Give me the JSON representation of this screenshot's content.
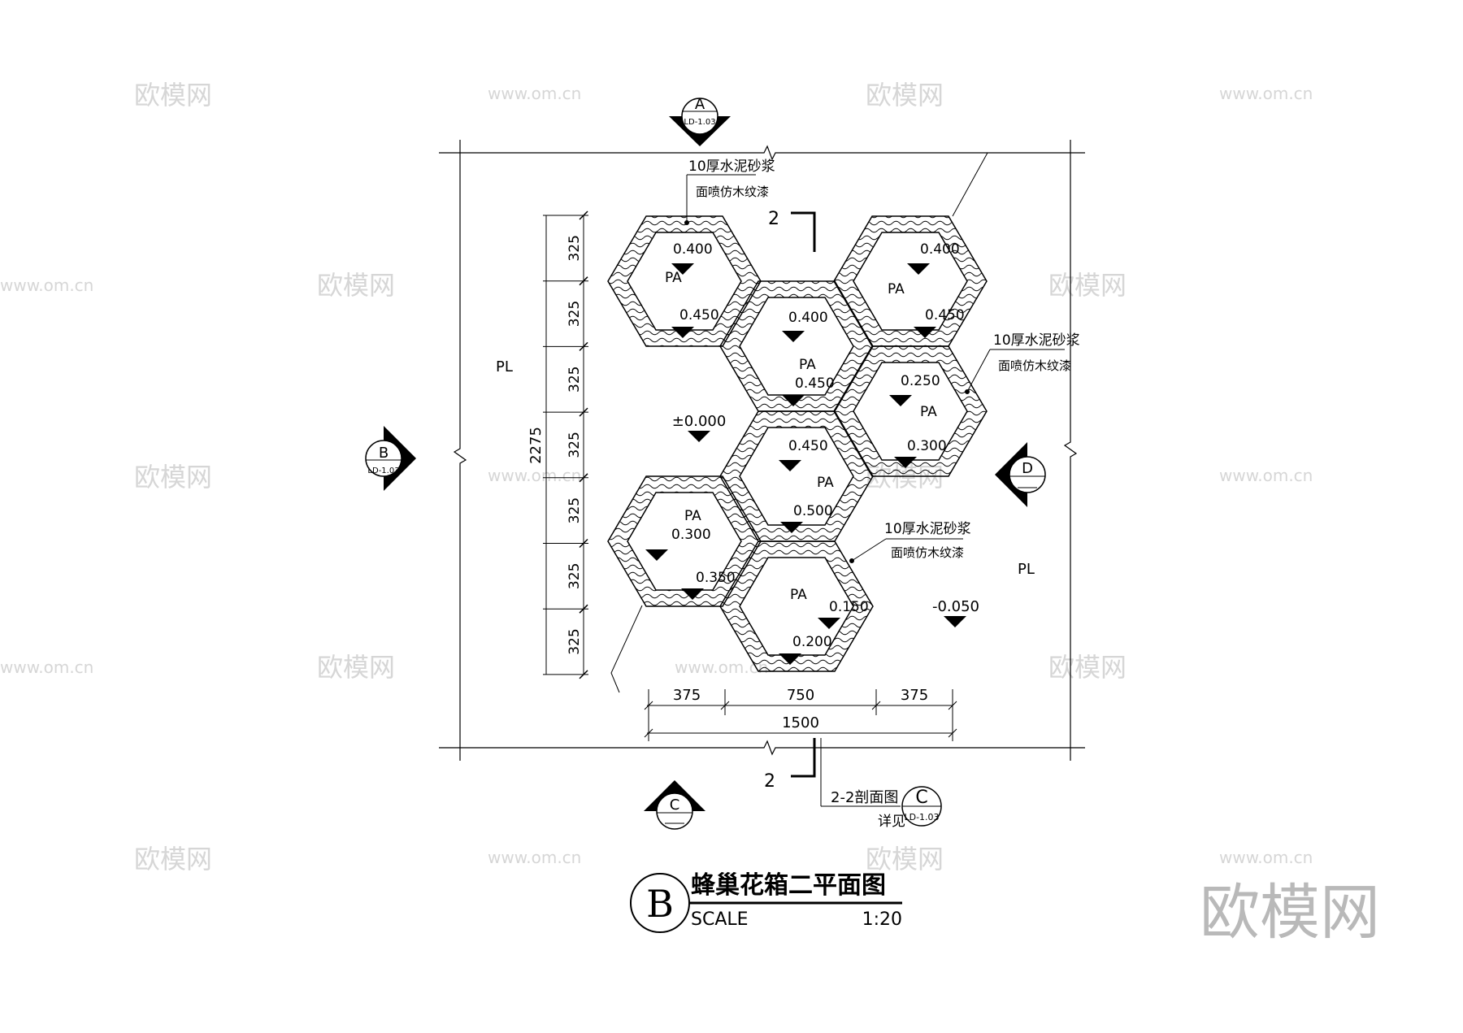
{
  "title": {
    "symbol": "B",
    "name": "蜂巢花箱二平面图",
    "scale_label": "SCALE",
    "scale_value": "1:20"
  },
  "section_markers": {
    "top": {
      "letter": "A",
      "ref": "LD-1.03"
    },
    "left": {
      "letter": "B",
      "ref": "LD-1.03"
    },
    "right": {
      "letter": "D",
      "ref": ""
    },
    "bottom": {
      "letter": "C",
      "ref": ""
    }
  },
  "cut_line": {
    "number_top": "2",
    "number_bottom": "2"
  },
  "section_note": {
    "line1": "2-2剖面图",
    "line2": "详见",
    "letter": "C",
    "ref": "LD-1.03"
  },
  "callouts": {
    "top": {
      "line1": "10厚水泥砂浆",
      "line2": "面喷仿木纹漆"
    },
    "right": {
      "line1": "10厚水泥砂浆",
      "line2": "面喷仿木纹漆"
    },
    "middle": {
      "line1": "10厚水泥砂浆",
      "line2": "面喷仿木纹漆"
    }
  },
  "dimensions": {
    "vertical_segments": [
      "325",
      "325",
      "325",
      "325",
      "325",
      "325",
      "325"
    ],
    "vertical_total": "2275",
    "horizontal_segments": [
      "375",
      "750",
      "375"
    ],
    "horizontal_total": "1500"
  },
  "labels": {
    "pl_left": "PL",
    "pl_right": "PL",
    "ground_level": "±0.000",
    "lower_level": "-0.050"
  },
  "hexagons": [
    {
      "pa": "PA",
      "top_elev": "0.400",
      "bottom_elev": "0.450"
    },
    {
      "pa": "PA",
      "top_elev": "0.400",
      "bottom_elev": "0.450"
    },
    {
      "pa": "PA",
      "top_elev": "0.400",
      "bottom_elev": "0.450"
    },
    {
      "pa": "PA",
      "top_elev": "0.250",
      "bottom_elev": "0.300"
    },
    {
      "pa": "PA",
      "top_elev": "0.450",
      "bottom_elev": "0.500"
    },
    {
      "pa": "PA",
      "top_elev": "0.300",
      "bottom_elev": "0.350"
    },
    {
      "pa": "PA",
      "top_elev": "0.150",
      "bottom_elev": "0.200"
    }
  ],
  "watermarks": {
    "brand": "欧模网",
    "url": "www.om.cn"
  }
}
